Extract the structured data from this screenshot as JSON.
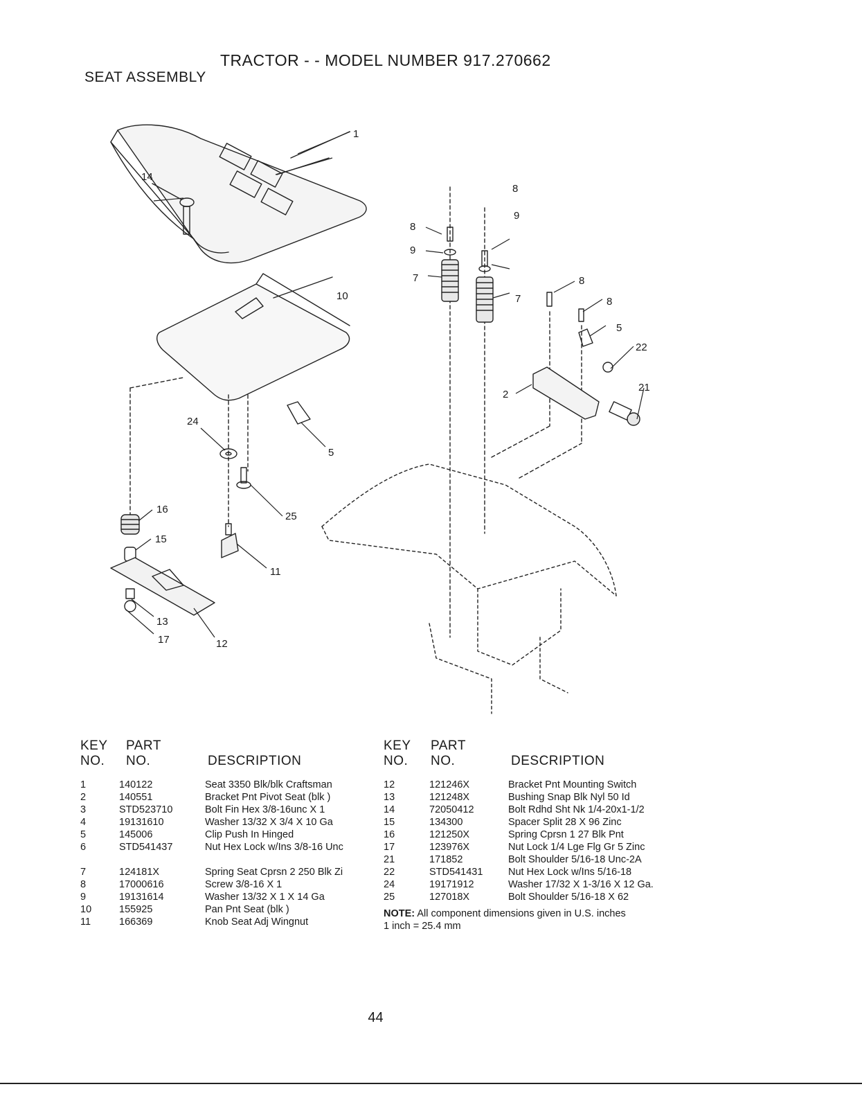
{
  "header": {
    "title": "TRACTOR - - MODEL NUMBER 917.270662",
    "subtitle": "SEAT ASSEMBLY"
  },
  "diagram": {
    "callouts": [
      "1",
      "14",
      "10",
      "8",
      "9",
      "7",
      "8",
      "9",
      "7",
      "8",
      "8",
      "5",
      "22",
      "21",
      "2",
      "24",
      "5",
      "16",
      "15",
      "25",
      "11",
      "13",
      "17",
      "12"
    ]
  },
  "table_headers": {
    "key_line1": "KEY",
    "key_line2": "NO.",
    "part_line1": "PART",
    "part_line2": "NO.",
    "description": "DESCRIPTION"
  },
  "parts_left": [
    {
      "key": "1",
      "part": "140122",
      "desc": "Seat 3350 Blk/blk Craftsman"
    },
    {
      "key": "2",
      "part": "140551",
      "desc": "Bracket Pnt Pivot Seat (blk )"
    },
    {
      "key": "3",
      "part": "STD523710",
      "desc": "Bolt Fin Hex 3/8-16unc X 1"
    },
    {
      "key": "4",
      "part": "19131610",
      "desc": "Washer 13/32 X 3/4 X 10 Ga"
    },
    {
      "key": "5",
      "part": "145006",
      "desc": "Clip Push In Hinged"
    },
    {
      "key": "6",
      "part": "STD541437",
      "desc": "Nut Hex Lock w/Ins 3/8-16 Unc"
    },
    {
      "key": "7",
      "part": "124181X",
      "desc": "Spring Seat Cprsn 2 250 Blk Zi"
    },
    {
      "key": "8",
      "part": "17000616",
      "desc": "Screw 3/8-16 X 1"
    },
    {
      "key": "9",
      "part": "19131614",
      "desc": "Washer 13/32 X 1 X 14 Ga"
    },
    {
      "key": "10",
      "part": "155925",
      "desc": "Pan Pnt Seat (blk )"
    },
    {
      "key": "11",
      "part": "166369",
      "desc": "Knob Seat Adj Wingnut"
    }
  ],
  "parts_right": [
    {
      "key": "12",
      "part": "121246X",
      "desc": "Bracket Pnt Mounting Switch"
    },
    {
      "key": "13",
      "part": "121248X",
      "desc": "Bushing Snap Blk Nyl 50 Id"
    },
    {
      "key": "14",
      "part": "72050412",
      "desc": "Bolt Rdhd Sht Nk 1/4-20x1-1/2"
    },
    {
      "key": "15",
      "part": "134300",
      "desc": "Spacer Split 28 X 96 Zinc"
    },
    {
      "key": "16",
      "part": "121250X",
      "desc": "Spring Cprsn 1 27 Blk Pnt"
    },
    {
      "key": "17",
      "part": "123976X",
      "desc": "Nut Lock 1/4 Lge Flg Gr 5 Zinc"
    },
    {
      "key": "21",
      "part": "171852",
      "desc": "Bolt Shoulder 5/16-18 Unc-2A"
    },
    {
      "key": "22",
      "part": "STD541431",
      "desc": "Nut Hex Lock w/Ins 5/16-18"
    },
    {
      "key": "24",
      "part": "19171912",
      "desc": "Washer 17/32 X 1-3/16 X 12 Ga."
    },
    {
      "key": "25",
      "part": "127018X",
      "desc": "Bolt Shoulder 5/16-18 X 62"
    }
  ],
  "note": {
    "label": "NOTE:",
    "text": "All component dimensions given in U.S. inches",
    "line2": "1 inch = 25.4 mm"
  },
  "page_number": "44"
}
